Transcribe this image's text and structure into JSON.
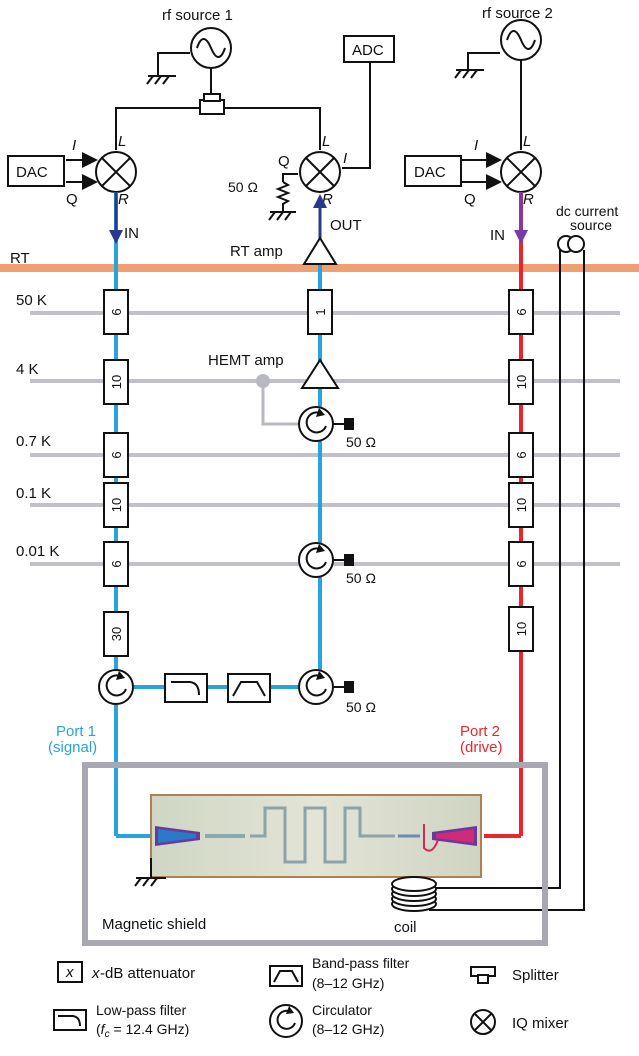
{
  "sources": {
    "rf1": "rf source 1",
    "rf2": "rf source 2",
    "adc": "ADC",
    "dac_left": "DAC",
    "dac_right": "DAC",
    "dc": "dc current\nsource"
  },
  "mixer_ports": {
    "left": {
      "i": "I",
      "q": "Q",
      "l": "L",
      "r": "R"
    },
    "mid": {
      "q": "Q",
      "i": "I",
      "l": "L",
      "r": "R"
    },
    "right": {
      "i": "I",
      "q": "Q",
      "l": "L",
      "r": "R"
    }
  },
  "labels": {
    "in_left": "IN",
    "in_right": "IN",
    "out": "OUT",
    "rt_amp": "RT amp",
    "hemt_amp": "HEMT amp",
    "term_mixer": "50 Ω",
    "term_hemt": "50 Ω",
    "term_001k": "50 Ω",
    "term_filters": "50 Ω",
    "port1": "Port 1",
    "port1_sub": "(signal)",
    "port2": "Port 2",
    "port2_sub": "(drive)",
    "magnetic_shield": "Magnetic shield",
    "coil": "coil"
  },
  "stages": [
    "RT",
    "50 K",
    "4 K",
    "0.7 K",
    "0.1 K",
    "0.01 K"
  ],
  "attenuators": {
    "left": [
      "6",
      "10",
      "6",
      "10",
      "6",
      "30"
    ],
    "mid": [
      "1"
    ],
    "right": [
      "6",
      "10",
      "6",
      "10",
      "6",
      "10"
    ]
  },
  "legend": {
    "attenuator_x": "x",
    "attenuator": "-dB attenuator",
    "bandpass_1": "Band-pass filter",
    "bandpass_2": "(8–12 GHz)",
    "splitter": "Splitter",
    "lowpass_1": "Low-pass filter",
    "lowpass_2_a": "f",
    "lowpass_2_b": "c",
    "lowpass_2_c": " = 12.4 GHz)",
    "circulator_1": "Circulator",
    "circulator_2": "(8–12 GHz)",
    "iq_mixer": "IQ mixer"
  },
  "colors": {
    "signal": "#29a3dc",
    "drive": "#e8262d",
    "rt_line": "#f0a070",
    "stage_line": "#c0c0c8",
    "shield": "#a8a8b0"
  }
}
